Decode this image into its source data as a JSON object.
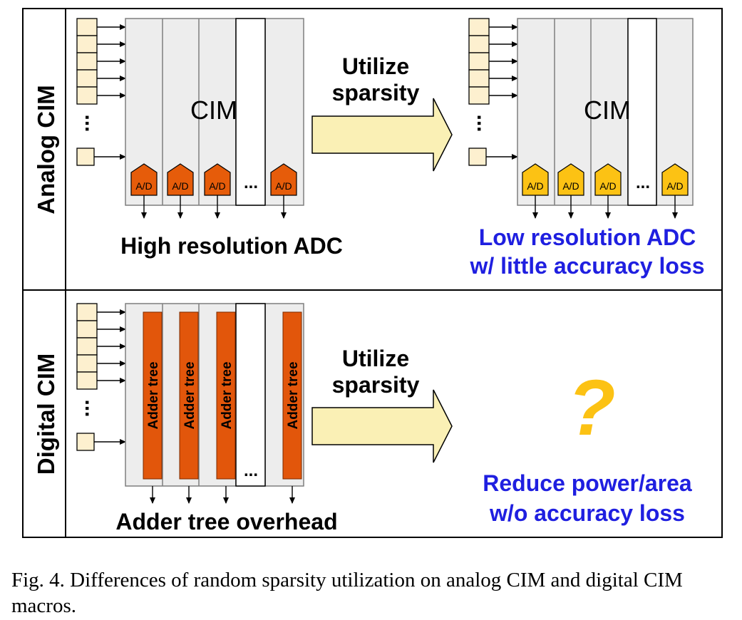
{
  "analog": {
    "row_label": "Analog CIM",
    "left_macro_label": "CIM",
    "right_macro_label": "CIM",
    "adc_label": "A/D",
    "ellipsis": "...",
    "arrow_text_line1": "Utilize",
    "arrow_text_line2": "sparsity",
    "left_caption": "High resolution ADC",
    "right_caption_line1": "Low resolution ADC",
    "right_caption_line2": "w/ little accuracy loss"
  },
  "digital": {
    "row_label": "Digital CIM",
    "adder_label": "Adder tree",
    "ellipsis": "...",
    "arrow_text_line1": "Utilize",
    "arrow_text_line2": "sparsity",
    "left_caption": "Adder tree overhead",
    "question_mark": "?",
    "right_caption_line1": "Reduce power/area",
    "right_caption_line2": "w/o accuracy loss"
  },
  "caption": "Fig. 4.   Differences of random sparsity utilization on analog CIM and digital CIM macros.",
  "colors": {
    "cell_fill": "#fdf0cf",
    "macro_fill": "#ededed",
    "adc_high": "#e65c0a",
    "adc_low": "#fcc214",
    "adder_fill": "#e2560b",
    "big_arrow_fill": "#faf0b5",
    "blue_text": "#1f1fe0",
    "question_mark": "#fcc214"
  }
}
